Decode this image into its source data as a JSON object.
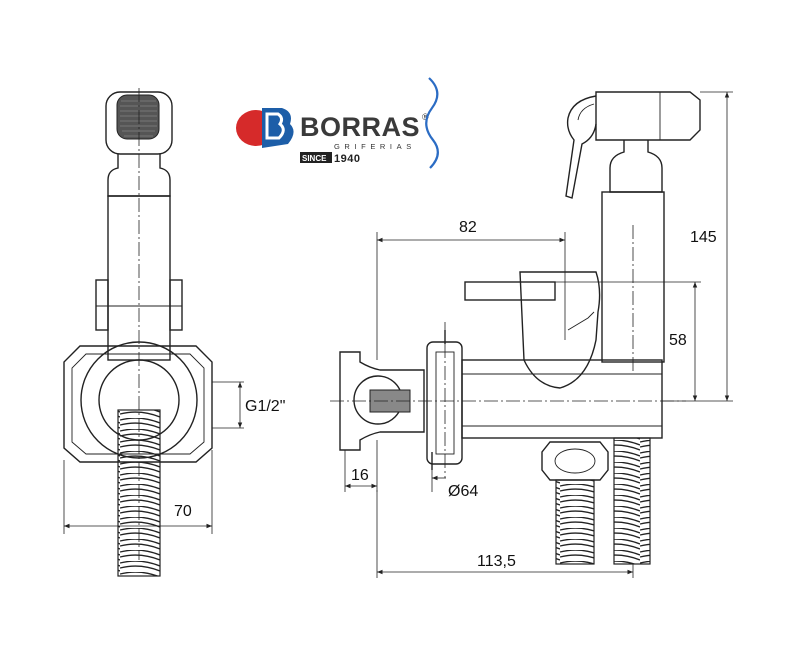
{
  "logo": {
    "brand": "BORRAS",
    "registered": "®",
    "subtitle": "GRIFERIAS",
    "since": "SINCE",
    "year": "1940",
    "colors": {
      "red": "#d62a2a",
      "blue": "#1d5ea8",
      "wave": "#2b6cc4",
      "text": "#3a3a3a"
    }
  },
  "dimensions": {
    "front_width": "70",
    "thread": "G1/2\"",
    "depth": "82",
    "height_total": "145",
    "height_outlet": "58",
    "flange_depth": "16",
    "flange_diameter": "Ø64",
    "total_depth": "113,5"
  }
}
